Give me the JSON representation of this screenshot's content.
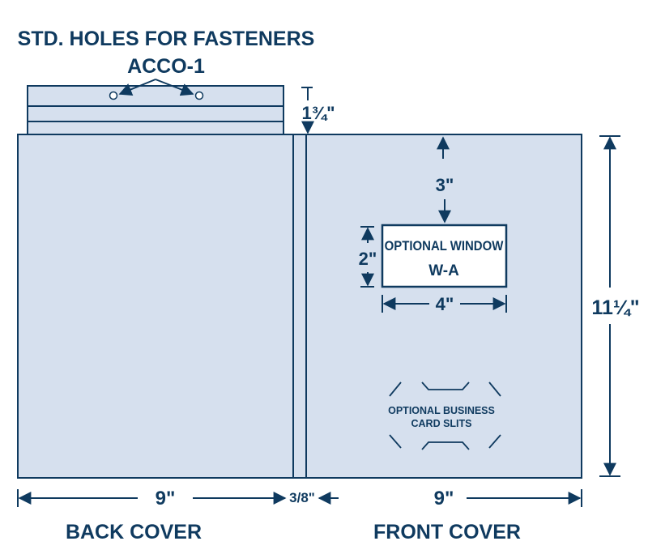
{
  "labels": {
    "holes_title": "STD. HOLES FOR FASTENERS",
    "holes_model": "ACCO-1",
    "tab_height": "1¾\"",
    "window_top_offset": "3\"",
    "window_line1": "OPTIONAL WINDOW",
    "window_line2": "W-A",
    "window_height": "2\"",
    "window_width": "4\"",
    "total_height": "11¼\"",
    "card_slits_line1": "OPTIONAL BUSINESS",
    "card_slits_line2": "CARD SLITS",
    "back_width": "9\"",
    "spine_width": "3/8\"",
    "front_width": "9\"",
    "back_cover": "BACK COVER",
    "front_cover": "FRONT COVER"
  },
  "colors": {
    "ink": "#0f3a5f",
    "panel_fill": "#d6e0ee",
    "window_fill": "#ffffff"
  }
}
